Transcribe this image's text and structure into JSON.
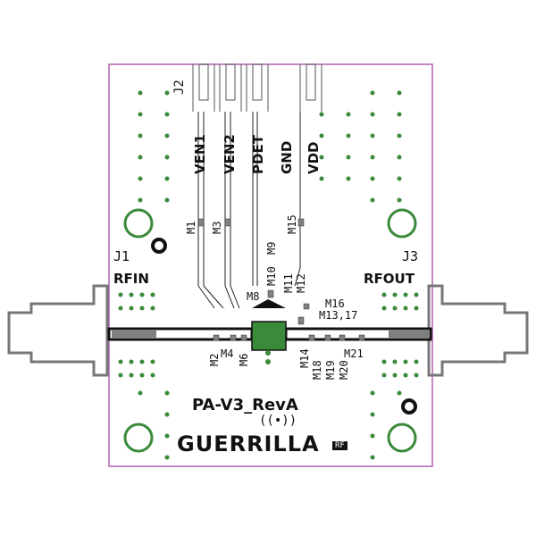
{
  "board": {
    "name": "PA-V3_RevA",
    "logo_text": "GUERRILLA",
    "logo_suffix": "RF",
    "outline_color": "#b060b0",
    "via_color": "#3a8a3a",
    "trace_color": "#111111",
    "pad_color": "#808080"
  },
  "connectors": {
    "j1": {
      "ref": "J1",
      "label": "RFIN"
    },
    "j2": {
      "ref": "J2"
    },
    "j3": {
      "ref": "J3",
      "label": "RFOUT"
    }
  },
  "pins": [
    "VEN1",
    "VEN2",
    "PDET",
    "GND",
    "VDD"
  ],
  "components": {
    "m1": "M1",
    "m2": "M2",
    "m3": "M3",
    "m4": "M4",
    "m6": "M6",
    "m8": "M8",
    "m9": "M9",
    "m10": "M10",
    "m11": "M11",
    "m12": "M12",
    "m13_17": "M13,17",
    "m14": "M14",
    "m15": "M15",
    "m16": "M16",
    "m18": "M18",
    "m19": "M19",
    "m20": "M20",
    "m21": "M21"
  }
}
